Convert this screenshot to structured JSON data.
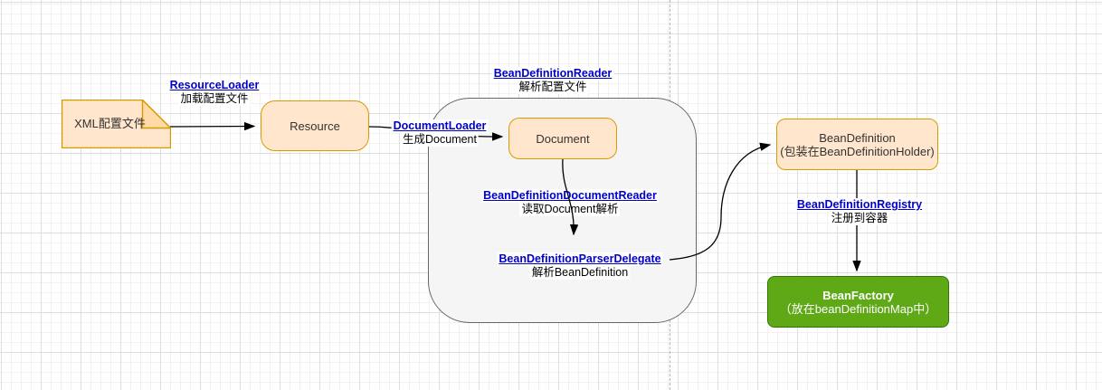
{
  "nodes": {
    "xml_file": {
      "label": "XML配置文件"
    },
    "resource": {
      "label": "Resource"
    },
    "document": {
      "label": "Document"
    },
    "bean_definition": {
      "title": "BeanDefinition",
      "subtitle": "(包装在BeanDefinitionHolder)"
    },
    "bean_factory": {
      "title": "BeanFactory",
      "subtitle": "（放在beanDefinitionMap中）"
    }
  },
  "edge_labels": {
    "resource_loader": {
      "class_name": "ResourceLoader",
      "action": "加载配置文件"
    },
    "bean_definition_reader": {
      "class_name": "BeanDefinitionReader",
      "action": "解析配置文件"
    },
    "document_loader": {
      "class_name": "DocumentLoader",
      "action": "生成Document"
    },
    "bean_definition_document_reader": {
      "class_name": "BeanDefinitionDocumentReader",
      "action": "读取Document解析"
    },
    "bean_definition_parser_delegate": {
      "class_name": "BeanDefinitionParserDelegate",
      "action": "解析BeanDefinition"
    },
    "bean_definition_registry": {
      "class_name": "BeanDefinitionRegistry",
      "action": "注册到容器"
    }
  },
  "colors": {
    "node_fill": "#ffe6cc",
    "node_border": "#d79b00",
    "note_fold_fill": "#ffd9a8",
    "container_fill": "#f5f5f5",
    "container_border": "#666666",
    "factory_fill": "#5fa917",
    "factory_border": "#2d7600",
    "link_text": "#0000cc",
    "label_text": "#000000",
    "node_text": "#333333",
    "edge_stroke": "#000000",
    "grid_major": "#dedede",
    "grid_minor": "#f3f0f0",
    "page_divider": "#b3b3b3"
  }
}
